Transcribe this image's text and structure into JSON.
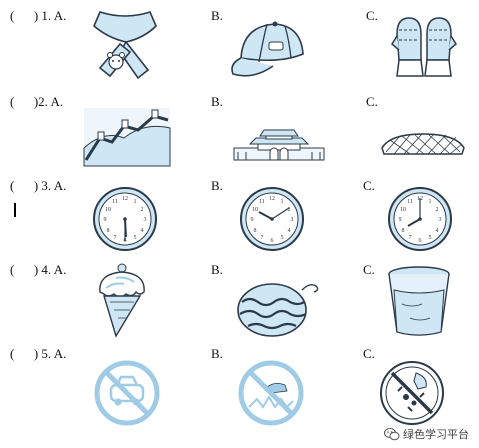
{
  "questions": [
    {
      "number": "(      ) 1. A.",
      "b": "B.",
      "c": "C.",
      "icons": [
        "scarf-icon",
        "cap-icon",
        "gloves-icon"
      ]
    },
    {
      "number": "(      )2. A.",
      "b": "B.",
      "c": "C.",
      "icons": [
        "great-wall-icon",
        "tiananmen-icon",
        "birds-nest-stadium-icon"
      ]
    },
    {
      "number": "(      ) 3. A.",
      "b": "B.",
      "c": "C.",
      "icons": [
        "clock-six-thirty-icon",
        "clock-ten-ten-icon",
        "clock-eight-icon"
      ]
    },
    {
      "number": "(      ) 4. A.",
      "b": "B.",
      "c": "C.",
      "icons": [
        "ice-cream-icon",
        "watermelon-icon",
        "glass-of-water-icon"
      ]
    },
    {
      "number": "(      ) 5. A.",
      "b": "B.",
      "c": "C.",
      "icons": [
        "no-parking-sign-icon",
        "no-walking-on-grass-sign-icon",
        "no-littering-sign-icon"
      ]
    }
  ],
  "watermark": {
    "text": "绿色学习平台",
    "icon": "wechat-icon"
  },
  "colors": {
    "fill": "#cfe6f5",
    "stroke": "#2b3a48",
    "light": "#9fcbe6"
  }
}
